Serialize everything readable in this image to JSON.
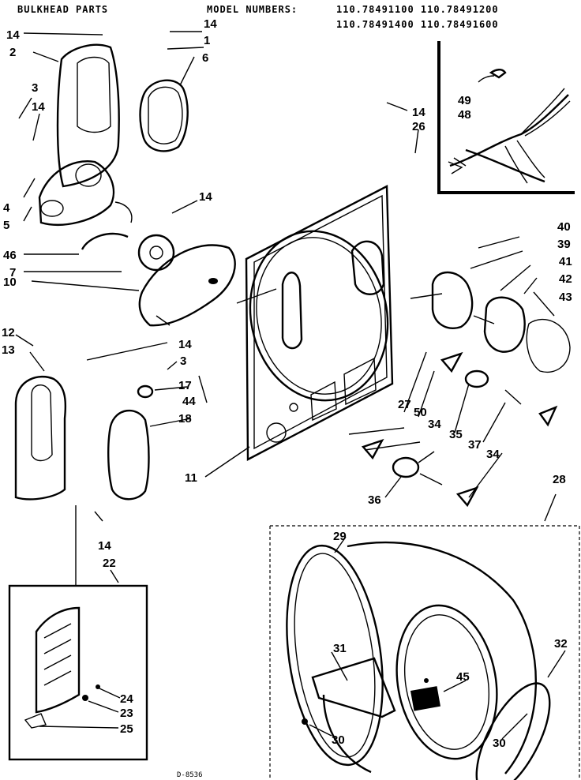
{
  "header": {
    "title": "BULKHEAD PARTS",
    "model_label": "MODEL NUMBERS:",
    "models_line1": "110.78491100 110.78491200",
    "models_line2": "110.78491400 110.78491600"
  },
  "footer_code": "D-8536",
  "callouts": {
    "c1": "1",
    "c2": "2",
    "c3a": "3",
    "c3b": "3",
    "c4": "4",
    "c5": "5",
    "c6": "6",
    "c7": "7",
    "c10": "10",
    "c11": "11",
    "c12": "12",
    "c13": "13",
    "c14a": "14",
    "c14b": "14",
    "c14c": "14",
    "c14d": "14",
    "c14e": "14",
    "c14f": "14",
    "c14g": "14",
    "c17": "17",
    "c18": "18",
    "c22": "22",
    "c23": "23",
    "c24": "24",
    "c25": "25",
    "c26": "26",
    "c27": "27",
    "c28": "28",
    "c29": "29",
    "c30a": "30",
    "c30b": "30",
    "c31": "31",
    "c32": "32",
    "c34a": "34",
    "c34b": "34",
    "c35": "35",
    "c36": "36",
    "c37": "37",
    "c39": "39",
    "c40": "40",
    "c41": "41",
    "c42": "42",
    "c43": "43",
    "c44": "44",
    "c45": "45",
    "c46": "46",
    "c48": "48",
    "c49": "49",
    "c50": "50"
  }
}
